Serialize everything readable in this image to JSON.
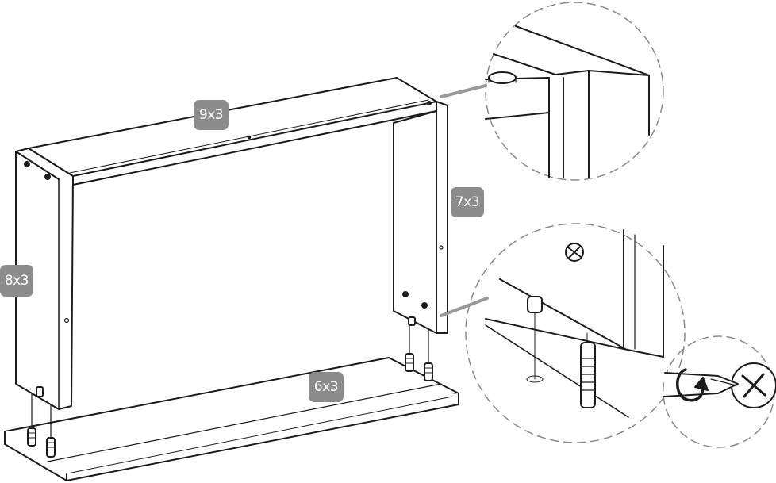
{
  "colors": {
    "line": "#1c1c1c",
    "tag_bg": "#8c8c8c",
    "tag_text": "#ffffff",
    "background": "#ffffff"
  },
  "labels": {
    "top_panel": "9x3",
    "right_panel": "7x3",
    "left_panel": "8x3",
    "bottom_panel": "6x3"
  },
  "icons": [
    "cam-lock-icon",
    "dowel-pin-icon",
    "screwdriver-icon",
    "rotate-arrow-icon",
    "cam-screw-head-icon"
  ]
}
